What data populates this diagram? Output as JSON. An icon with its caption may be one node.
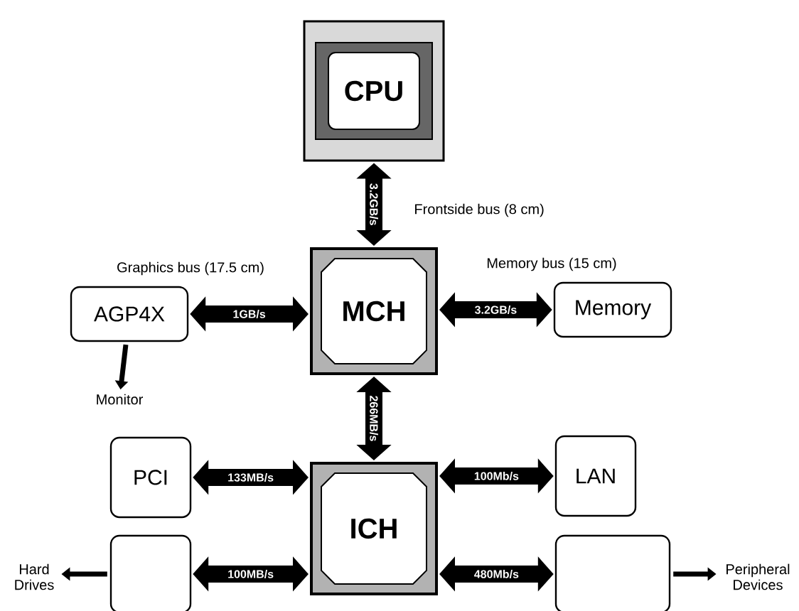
{
  "diagram": {
    "nodes": [
      {
        "text": [
          "CPU"
        ]
      },
      {
        "text": [
          "MCH"
        ]
      },
      {
        "text": [
          "AGP4X"
        ]
      },
      {
        "text": [
          "Memory"
        ]
      },
      {
        "text": [
          "Monitor"
        ]
      },
      {
        "text": [
          "PCI"
        ]
      },
      {
        "text": [
          "ICH"
        ]
      },
      {
        "text": [
          "LAN"
        ]
      },
      {
        "text": [],
        "shape": "box"
      },
      {
        "text": [],
        "shape": "box"
      },
      {
        "text": [
          "Hard Drives"
        ]
      },
      {
        "text": [
          "Peripheral Devices"
        ]
      }
    ],
    "edges": [
      {
        "from": 0,
        "to": 1,
        "arrow": "both",
        "label": "3.2GB/s"
      },
      {
        "from": 2,
        "to": 1,
        "arrow": "both",
        "label": "1GB/s"
      },
      {
        "from": 1,
        "to": 3,
        "arrow": "both",
        "label": "3.2GB/s"
      },
      {
        "from": 1,
        "to": 6,
        "arrow": "both",
        "label": "266MB/s"
      },
      {
        "from": 5,
        "to": 6,
        "arrow": "both",
        "label": "133MB/s"
      },
      {
        "from": 6,
        "to": 7,
        "arrow": "both",
        "label": "100Mb/s"
      },
      {
        "from": 8,
        "to": 6,
        "arrow": "both",
        "label": "100MB/s"
      },
      {
        "from": 6,
        "to": 9,
        "arrow": "both",
        "label": "480Mb/s"
      },
      {
        "from": 2,
        "to": 4,
        "arrow": "to"
      },
      {
        "from": 8,
        "to": 10,
        "arrow": "to"
      },
      {
        "from": 9,
        "to": 11,
        "arrow": "to"
      }
    ],
    "labels": [
      "Frontside bus (8 cm)",
      "Graphics bus (17.5 cm)",
      "Memory bus (15 cm)"
    ]
  }
}
